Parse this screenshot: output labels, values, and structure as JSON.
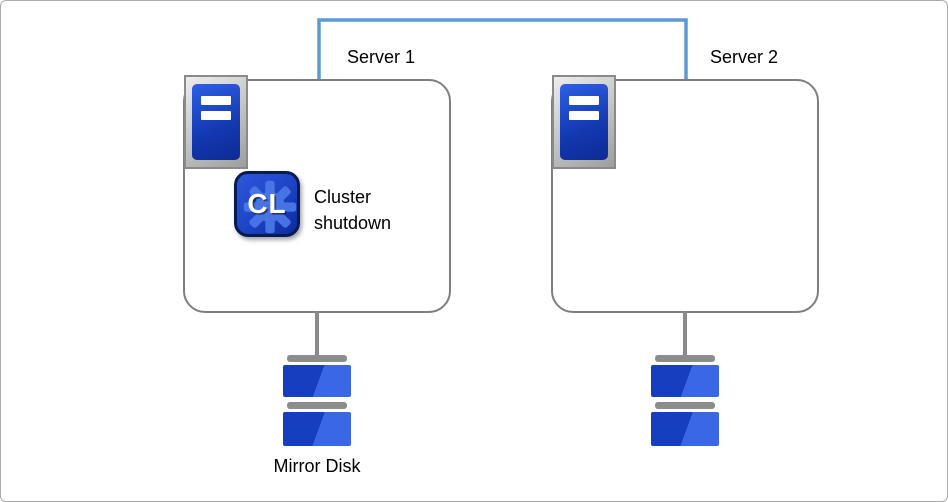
{
  "servers": [
    {
      "label": "Server 1"
    },
    {
      "label": "Server 2"
    }
  ],
  "cluster_action": {
    "abbr": "CL",
    "label": "Cluster shutdown"
  },
  "storage": {
    "mirror_disk_label": "Mirror Disk"
  },
  "icons": {
    "server_icon": "server-tower-icon",
    "cluster_icon": "gear-cl-icon",
    "disk_icon": "mirror-disk-icon"
  },
  "colors": {
    "interconnect_blue": "#5b9bd5",
    "server_tower_blue": "#1b46c8",
    "disk_blue": "#163fbf",
    "box_border_gray": "#7f7f7f",
    "connector_gray": "#8a8a8a"
  }
}
